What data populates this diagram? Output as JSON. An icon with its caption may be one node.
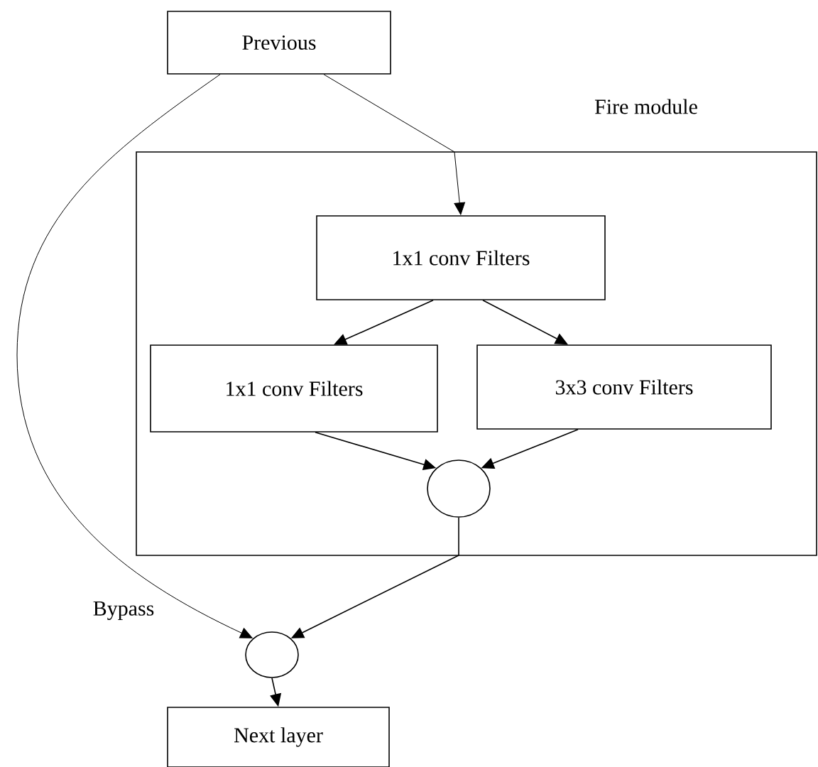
{
  "diagram": {
    "nodes": [
      {
        "text": [
          "Previous"
        ]
      },
      {
        "text": [
          "Fire module"
        ]
      },
      {
        "text": [
          "1x1 conv Filters"
        ],
        "in": 1
      },
      {
        "text": [
          "1x1 conv Filters"
        ],
        "in": 1
      },
      {
        "text": [
          "3x3 conv Filters"
        ],
        "in": 1
      },
      {
        "text": [],
        "shape": "circle",
        "in": 1
      },
      {
        "text": [],
        "shape": "circle"
      },
      {
        "text": [
          "Next layer"
        ]
      }
    ],
    "edges": [
      {
        "from": 0,
        "to": 2,
        "arrow": "to"
      },
      {
        "from": 2,
        "to": 3,
        "arrow": "to"
      },
      {
        "from": 2,
        "to": 4,
        "arrow": "to"
      },
      {
        "from": 3,
        "to": 5,
        "arrow": "to"
      },
      {
        "from": 4,
        "to": 5,
        "arrow": "to"
      },
      {
        "from": 5,
        "to": 6,
        "arrow": "to"
      },
      {
        "from": 0,
        "to": 6,
        "arrow": "to",
        "label": "Bypass"
      },
      {
        "from": 6,
        "to": 7,
        "arrow": "to"
      }
    ]
  }
}
